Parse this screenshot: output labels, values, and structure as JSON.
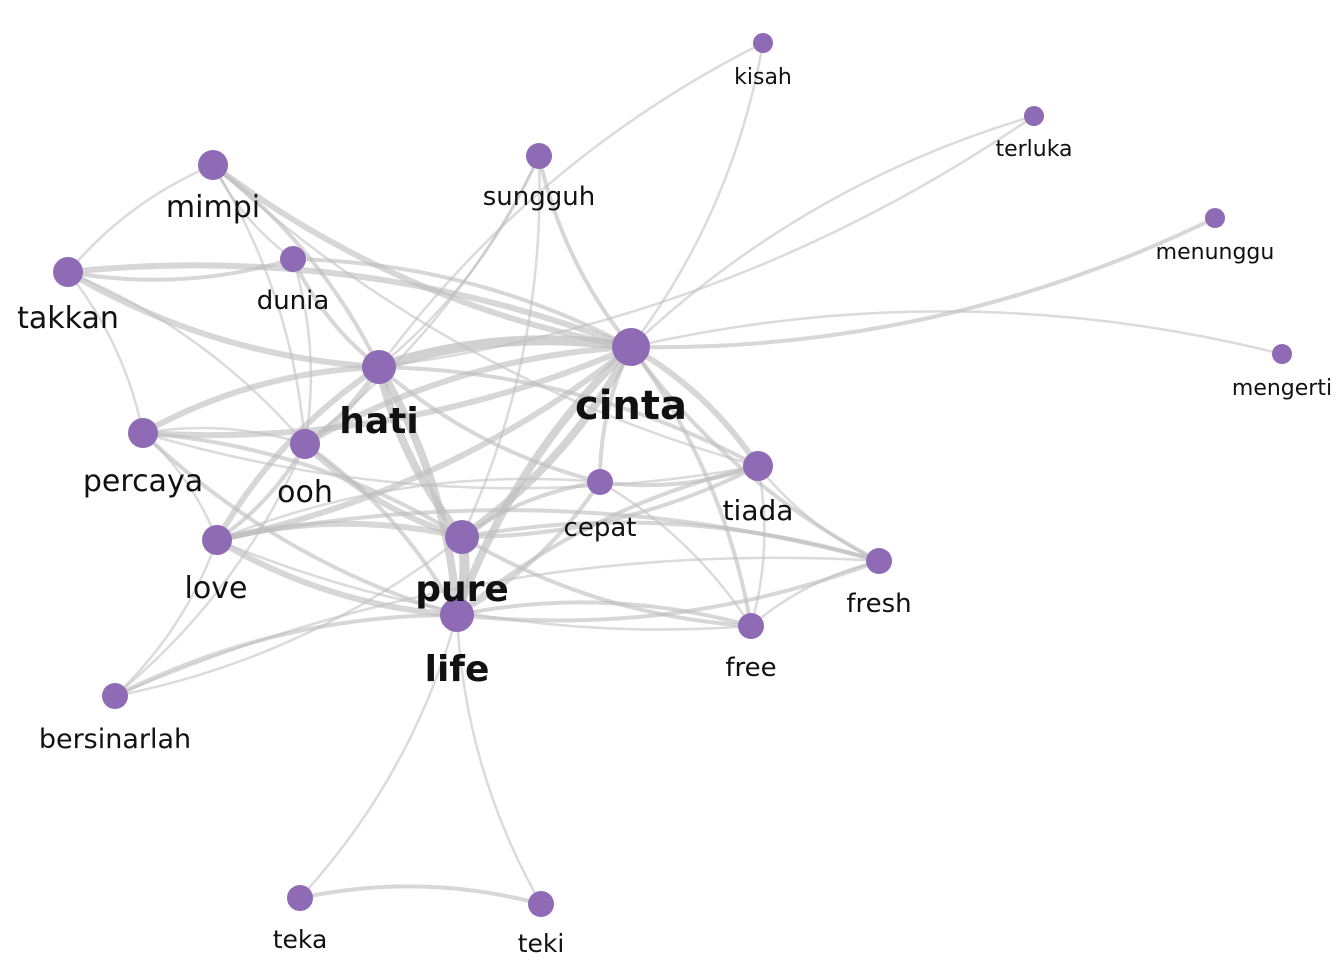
{
  "graph": {
    "node_color": "#8e6bb4",
    "edge_color": "#bdbdbd",
    "nodes": [
      {
        "id": "cinta",
        "label": "cinta",
        "size": 5
      },
      {
        "id": "hati",
        "label": "hati",
        "size": 4
      },
      {
        "id": "pure",
        "label": "pure",
        "size": 4
      },
      {
        "id": "life",
        "label": "life",
        "size": 4
      },
      {
        "id": "love",
        "label": "love",
        "size": 3
      },
      {
        "id": "ooh",
        "label": "ooh",
        "size": 3
      },
      {
        "id": "percaya",
        "label": "percaya",
        "size": 3
      },
      {
        "id": "takkan",
        "label": "takkan",
        "size": 3
      },
      {
        "id": "mimpi",
        "label": "mimpi",
        "size": 3
      },
      {
        "id": "dunia",
        "label": "dunia",
        "size": 2
      },
      {
        "id": "sungguh",
        "label": "sungguh",
        "size": 2
      },
      {
        "id": "cepat",
        "label": "cepat",
        "size": 2
      },
      {
        "id": "tiada",
        "label": "tiada",
        "size": 3
      },
      {
        "id": "fresh",
        "label": "fresh",
        "size": 2
      },
      {
        "id": "free",
        "label": "free",
        "size": 2
      },
      {
        "id": "bersinarlah",
        "label": "bersinarlah",
        "size": 2
      },
      {
        "id": "teka",
        "label": "teka",
        "size": 2
      },
      {
        "id": "teki",
        "label": "teki",
        "size": 2
      },
      {
        "id": "kisah",
        "label": "kisah",
        "size": 1
      },
      {
        "id": "terluka",
        "label": "terluka",
        "size": 1
      },
      {
        "id": "menunggu",
        "label": "menunggu",
        "size": 1
      },
      {
        "id": "mengerti",
        "label": "mengerti",
        "size": 1
      }
    ],
    "edges": [
      {
        "source": "cinta",
        "target": "hati",
        "weight": 5
      },
      {
        "source": "cinta",
        "target": "pure",
        "weight": 4
      },
      {
        "source": "cinta",
        "target": "life",
        "weight": 4
      },
      {
        "source": "cinta",
        "target": "love",
        "weight": 3
      },
      {
        "source": "cinta",
        "target": "ooh",
        "weight": 3
      },
      {
        "source": "cinta",
        "target": "percaya",
        "weight": 3
      },
      {
        "source": "cinta",
        "target": "takkan",
        "weight": 3
      },
      {
        "source": "cinta",
        "target": "mimpi",
        "weight": 3
      },
      {
        "source": "cinta",
        "target": "dunia",
        "weight": 2
      },
      {
        "source": "cinta",
        "target": "sungguh",
        "weight": 2
      },
      {
        "source": "cinta",
        "target": "cepat",
        "weight": 2
      },
      {
        "source": "cinta",
        "target": "tiada",
        "weight": 3
      },
      {
        "source": "cinta",
        "target": "fresh",
        "weight": 2
      },
      {
        "source": "cinta",
        "target": "free",
        "weight": 2
      },
      {
        "source": "cinta",
        "target": "kisah",
        "weight": 1
      },
      {
        "source": "cinta",
        "target": "terluka",
        "weight": 1
      },
      {
        "source": "cinta",
        "target": "menunggu",
        "weight": 2
      },
      {
        "source": "cinta",
        "target": "mengerti",
        "weight": 1
      },
      {
        "source": "hati",
        "target": "pure",
        "weight": 4
      },
      {
        "source": "hati",
        "target": "life",
        "weight": 4
      },
      {
        "source": "hati",
        "target": "love",
        "weight": 3
      },
      {
        "source": "hati",
        "target": "ooh",
        "weight": 3
      },
      {
        "source": "hati",
        "target": "percaya",
        "weight": 3
      },
      {
        "source": "hati",
        "target": "takkan",
        "weight": 3
      },
      {
        "source": "hati",
        "target": "mimpi",
        "weight": 2
      },
      {
        "source": "hati",
        "target": "dunia",
        "weight": 2
      },
      {
        "source": "hati",
        "target": "sungguh",
        "weight": 1
      },
      {
        "source": "hati",
        "target": "tiada",
        "weight": 2
      },
      {
        "source": "hati",
        "target": "cepat",
        "weight": 2
      },
      {
        "source": "hati",
        "target": "kisah",
        "weight": 1
      },
      {
        "source": "hati",
        "target": "terluka",
        "weight": 1
      },
      {
        "source": "pure",
        "target": "life",
        "weight": 5
      },
      {
        "source": "pure",
        "target": "love",
        "weight": 3
      },
      {
        "source": "pure",
        "target": "ooh",
        "weight": 3
      },
      {
        "source": "pure",
        "target": "percaya",
        "weight": 2
      },
      {
        "source": "pure",
        "target": "cepat",
        "weight": 2
      },
      {
        "source": "pure",
        "target": "tiada",
        "weight": 2
      },
      {
        "source": "pure",
        "target": "fresh",
        "weight": 2
      },
      {
        "source": "pure",
        "target": "free",
        "weight": 2
      },
      {
        "source": "pure",
        "target": "bersinarlah",
        "weight": 1
      },
      {
        "source": "pure",
        "target": "sungguh",
        "weight": 1
      },
      {
        "source": "life",
        "target": "love",
        "weight": 3
      },
      {
        "source": "life",
        "target": "ooh",
        "weight": 2
      },
      {
        "source": "life",
        "target": "percaya",
        "weight": 2
      },
      {
        "source": "life",
        "target": "cepat",
        "weight": 2
      },
      {
        "source": "life",
        "target": "tiada",
        "weight": 2
      },
      {
        "source": "life",
        "target": "fresh",
        "weight": 2
      },
      {
        "source": "life",
        "target": "free",
        "weight": 2
      },
      {
        "source": "life",
        "target": "bersinarlah",
        "weight": 2
      },
      {
        "source": "life",
        "target": "teka",
        "weight": 1
      },
      {
        "source": "life",
        "target": "teki",
        "weight": 1
      },
      {
        "source": "teka",
        "target": "teki",
        "weight": 2
      },
      {
        "source": "love",
        "target": "ooh",
        "weight": 2
      },
      {
        "source": "love",
        "target": "bersinarlah",
        "weight": 1
      },
      {
        "source": "love",
        "target": "percaya",
        "weight": 1
      },
      {
        "source": "love",
        "target": "fresh",
        "weight": 2
      },
      {
        "source": "love",
        "target": "free",
        "weight": 1
      },
      {
        "source": "love",
        "target": "cepat",
        "weight": 1
      },
      {
        "source": "percaya",
        "target": "takkan",
        "weight": 1
      },
      {
        "source": "percaya",
        "target": "ooh",
        "weight": 1
      },
      {
        "source": "percaya",
        "target": "tiada",
        "weight": 1
      },
      {
        "source": "takkan",
        "target": "mimpi",
        "weight": 1
      },
      {
        "source": "takkan",
        "target": "dunia",
        "weight": 2
      },
      {
        "source": "takkan",
        "target": "ooh",
        "weight": 1
      },
      {
        "source": "mimpi",
        "target": "dunia",
        "weight": 1
      },
      {
        "source": "mimpi",
        "target": "ooh",
        "weight": 1
      },
      {
        "source": "mimpi",
        "target": "tiada",
        "weight": 1
      },
      {
        "source": "dunia",
        "target": "ooh",
        "weight": 1
      },
      {
        "source": "cepat",
        "target": "tiada",
        "weight": 2
      },
      {
        "source": "cepat",
        "target": "free",
        "weight": 1
      },
      {
        "source": "tiada",
        "target": "fresh",
        "weight": 1
      },
      {
        "source": "tiada",
        "target": "free",
        "weight": 1
      },
      {
        "source": "fresh",
        "target": "free",
        "weight": 1
      },
      {
        "source": "sungguh",
        "target": "ooh",
        "weight": 1
      },
      {
        "source": "bersinarlah",
        "target": "ooh",
        "weight": 1
      },
      {
        "source": "bersinarlah",
        "target": "fresh",
        "weight": 1
      }
    ]
  }
}
